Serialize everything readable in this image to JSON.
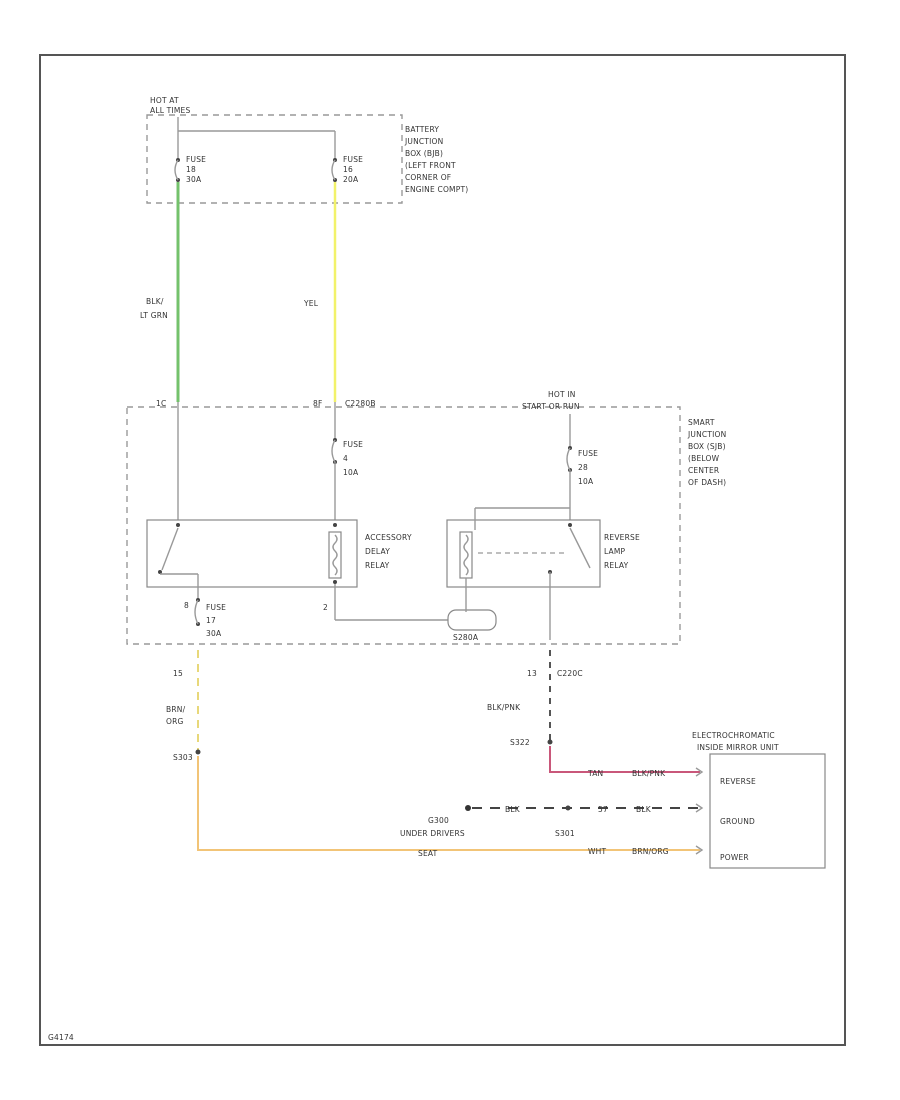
{
  "battery_box": {
    "hot_label_1": "HOT AT",
    "hot_label_2": "ALL TIMES",
    "fuse_left": [
      "FUSE",
      "18",
      "30A"
    ],
    "fuse_right": [
      "FUSE",
      "16",
      "20A"
    ],
    "desc": [
      "BATTERY",
      "JUNCTION",
      "BOX (BJB)",
      "(LEFT FRONT",
      "CORNER OF",
      "ENGINE COMPT)"
    ]
  },
  "wires": {
    "left_upper": [
      "BLK/",
      "LT GRN"
    ],
    "right_upper": "YEL",
    "left_lower_pin": "15",
    "left_lower": [
      "BRN/",
      "ORG"
    ],
    "right_lower_pin": "13",
    "right_lower_conn": "C220C",
    "right_lower": "BLK/PNK",
    "reverse_wire": [
      "TAN",
      "BLK/PNK"
    ],
    "ground_wire": [
      "BLK",
      "57",
      "BLK"
    ],
    "power_wire": [
      "WHT",
      "BRN/ORG"
    ]
  },
  "sjb": {
    "pin_left": "1C",
    "pin_mid": "8F",
    "conn": "C2280B",
    "hot_label_1": "HOT IN",
    "hot_label_2": "START OR RUN",
    "fuse_mid": [
      "FUSE",
      "4",
      "10A"
    ],
    "fuse_right": [
      "FUSE",
      "28",
      "10A"
    ],
    "fuse_bottom": [
      "FUSE",
      "17",
      "30A"
    ],
    "pin_bottom_left": "8",
    "pin_bottom_mid": "2",
    "relay_left": [
      "ACCESSORY",
      "DELAY",
      "RELAY"
    ],
    "relay_right": [
      "REVERSE",
      "LAMP",
      "RELAY"
    ],
    "splice": "S280A",
    "desc": [
      "SMART",
      "JUNCTION",
      "BOX (SJB)",
      "(BELOW",
      "CENTER",
      "OF DASH)"
    ]
  },
  "splices": {
    "s303": "S303",
    "s322": "S322",
    "g300": "G300",
    "g300_desc": [
      "UNDER DRIVERS",
      "SEAT"
    ],
    "s301": "S301"
  },
  "mirror": {
    "title": [
      "ELECTROCHROMATIC",
      "INSIDE MIRROR UNIT"
    ],
    "pins": [
      "REVERSE",
      "GROUND",
      "POWER"
    ]
  },
  "footer": "G4174"
}
